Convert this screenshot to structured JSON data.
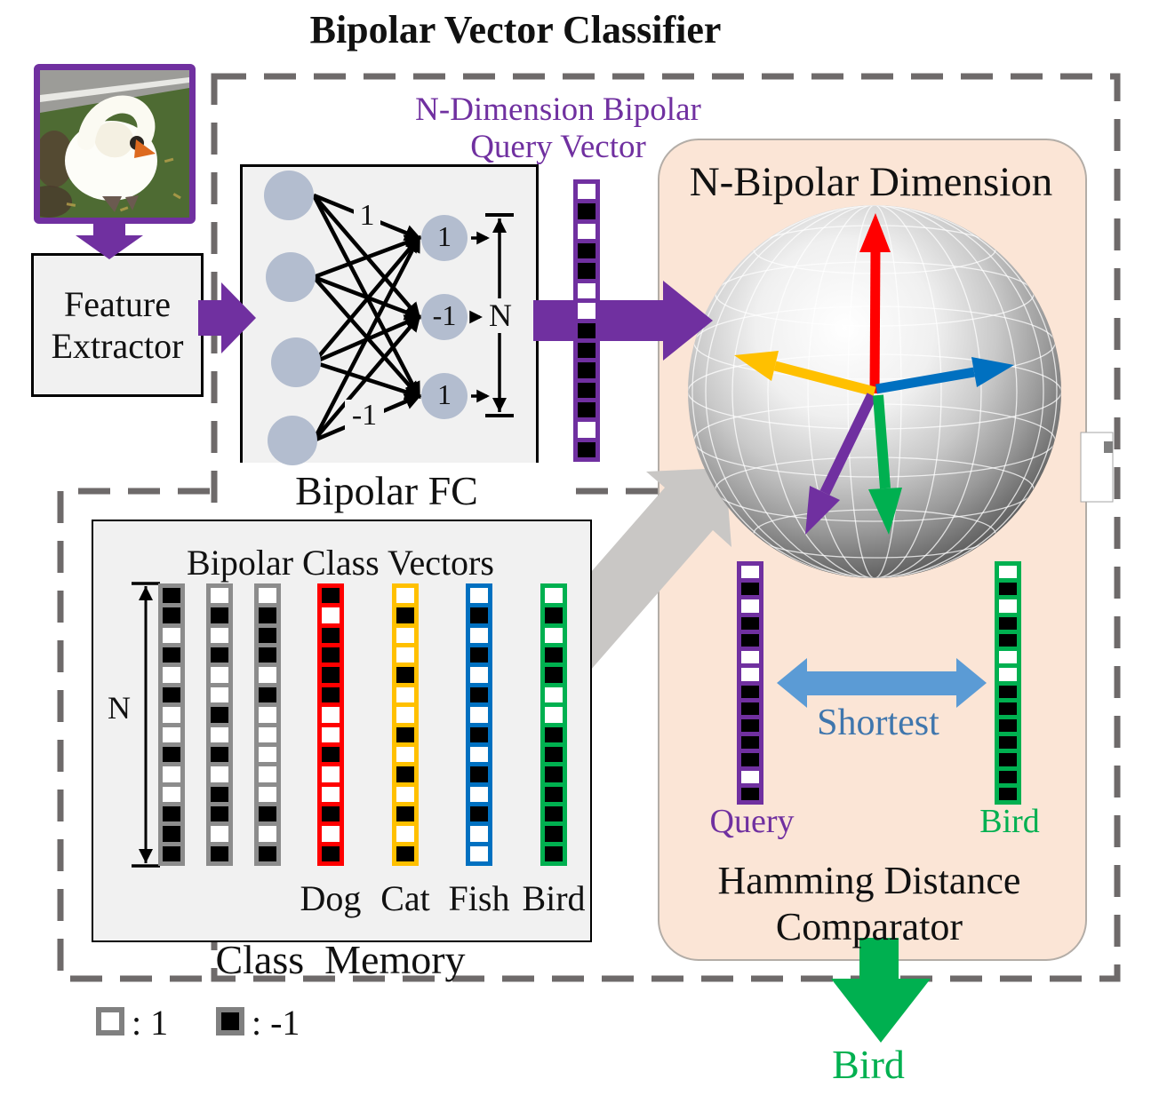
{
  "figure_title": "Bipolar Vector Classifier",
  "legend": {
    "positive": ": 1",
    "negative": ": -1"
  },
  "feature_extractor": {
    "line1": "Feature",
    "line2": "Extractor"
  },
  "bipolar_fc": {
    "label": "Bipolar FC",
    "weight_top": "1",
    "weight_bottom": "-1",
    "output_nodes": [
      "1",
      "-1",
      "1"
    ],
    "dim_label": "N"
  },
  "query_vector": {
    "caption_line1": "N-Dimension Bipolar",
    "caption_line2": "Query Vector",
    "color": "#7030A0",
    "cells": [
      1,
      -1,
      1,
      -1,
      -1,
      1,
      1,
      -1,
      -1,
      -1,
      -1,
      -1,
      1,
      -1
    ]
  },
  "sphere_panel": {
    "title": "N-Bipolar Dimension",
    "axis_colors": [
      "#FF0000",
      "#FFC000",
      "#0070C0",
      "#7030A0",
      "#00B050"
    ]
  },
  "class_memory": {
    "title": "Bipolar Class Vectors",
    "box_label": "Class  Memory",
    "dim_label": "N",
    "vectors": [
      {
        "name": "",
        "color": "#8c8c8c",
        "cells": [
          -1,
          -1,
          1,
          -1,
          1,
          -1,
          1,
          1,
          -1,
          1,
          1,
          -1,
          -1,
          -1
        ]
      },
      {
        "name": "",
        "color": "#8c8c8c",
        "cells": [
          1,
          -1,
          1,
          -1,
          1,
          1,
          -1,
          1,
          -1,
          1,
          -1,
          -1,
          1,
          -1
        ]
      },
      {
        "name": "",
        "color": "#8c8c8c",
        "cells": [
          1,
          -1,
          -1,
          -1,
          1,
          -1,
          1,
          1,
          1,
          1,
          1,
          -1,
          1,
          -1
        ]
      },
      {
        "name": "Dog",
        "color": "#FF0000",
        "cells": [
          -1,
          1,
          -1,
          -1,
          -1,
          -1,
          1,
          1,
          -1,
          1,
          1,
          -1,
          1,
          -1
        ]
      },
      {
        "name": "Cat",
        "color": "#FFC000",
        "cells": [
          1,
          -1,
          1,
          1,
          -1,
          1,
          1,
          -1,
          1,
          -1,
          1,
          -1,
          1,
          -1
        ]
      },
      {
        "name": "Fish",
        "color": "#0070C0",
        "cells": [
          1,
          -1,
          1,
          -1,
          1,
          -1,
          1,
          -1,
          1,
          -1,
          1,
          -1,
          1,
          1
        ]
      },
      {
        "name": "Bird",
        "color": "#00B050",
        "cells": [
          1,
          -1,
          1,
          -1,
          -1,
          1,
          1,
          -1,
          -1,
          -1,
          -1,
          -1,
          -1,
          -1
        ]
      }
    ]
  },
  "comparator": {
    "title_line1": "Hamming Distance",
    "title_line2": "Comparator",
    "distance_label": "Shortest",
    "query": {
      "name": "Query",
      "color": "#7030A0",
      "cells": [
        1,
        -1,
        1,
        -1,
        -1,
        1,
        1,
        -1,
        -1,
        -1,
        -1,
        -1,
        1,
        -1
      ]
    },
    "match": {
      "name": "Bird",
      "color": "#00B050",
      "cells": [
        1,
        -1,
        1,
        -1,
        -1,
        1,
        1,
        -1,
        -1,
        -1,
        -1,
        -1,
        -1,
        -1
      ]
    }
  },
  "output": {
    "label": "Bird",
    "color": "#00B050"
  },
  "colors": {
    "purple": "#7030A0",
    "red": "#FF0000",
    "yellow": "#FFC000",
    "blue": "#0070C0",
    "shortest_blue": "#5B9BD5",
    "green": "#00B050",
    "gray_vector": "#8c8c8c",
    "peach_panel": "#FBE5D6",
    "node_fill": "#b3bdcf",
    "dashed_border": "#6e6a6a",
    "box_fill": "#F1F1F1",
    "gray_arrow": "#c9c7c5"
  }
}
